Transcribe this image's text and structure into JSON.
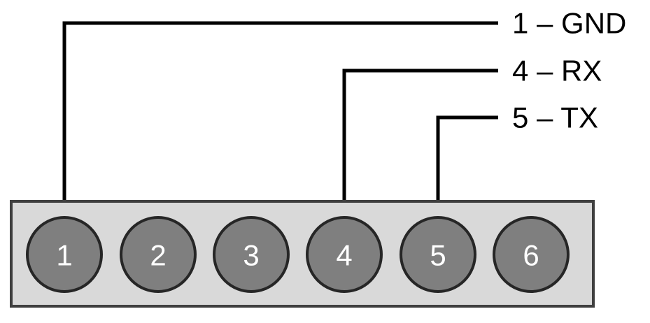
{
  "pins": [
    {
      "number": "1"
    },
    {
      "number": "2"
    },
    {
      "number": "3"
    },
    {
      "number": "4"
    },
    {
      "number": "5"
    },
    {
      "number": "6"
    }
  ],
  "labels": [
    {
      "pin_index": 0,
      "text": "1 – GND"
    },
    {
      "pin_index": 3,
      "text": "4 – RX"
    },
    {
      "pin_index": 4,
      "text": "5 – TX"
    }
  ],
  "colors": {
    "header_fill": "#d9d9d9",
    "header_stroke": "#3f3f3f",
    "pin_fill": "#7f7f7f",
    "pin_stroke": "#262626",
    "pin_text": "#ffffff",
    "wire": "#000000",
    "label_text": "#000000"
  }
}
